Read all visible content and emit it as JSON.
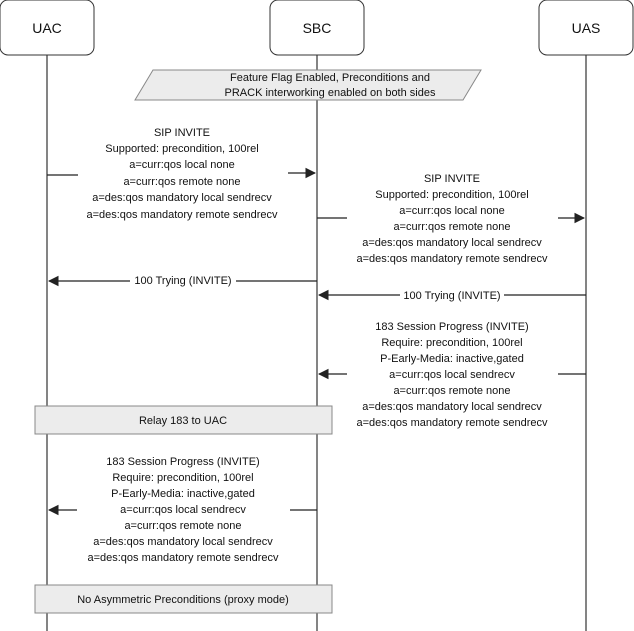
{
  "participants": [
    {
      "id": "uac",
      "label": "UAC"
    },
    {
      "id": "sbc",
      "label": "SBC"
    },
    {
      "id": "uas",
      "label": "UAS"
    }
  ],
  "notes": {
    "feature_flag": [
      "Feature Flag Enabled, Preconditions and",
      "PRACK interworking enabled on both sides"
    ],
    "relay": "Relay 183 to UAC",
    "proxy_mode": "No Asymmetric Preconditions (proxy mode)"
  },
  "messages": {
    "invite_uac_sbc": [
      "SIP INVITE",
      "Supported: precondition, 100rel",
      "a=curr:qos local none",
      "a=curr:qos remote none",
      "a=des:qos mandatory local sendrecv",
      "a=des:qos mandatory remote sendrecv"
    ],
    "invite_sbc_uas": [
      "SIP INVITE",
      "Supported: precondition, 100rel",
      "a=curr:qos local none",
      "a=curr:qos remote none",
      "a=des:qos mandatory local sendrecv",
      "a=des:qos mandatory remote sendrecv"
    ],
    "trying_sbc_uac": "100 Trying (INVITE)",
    "trying_uas_sbc": "100 Trying (INVITE)",
    "progress_uas_sbc": [
      "183 Session Progress (INVITE)",
      "Require: precondition, 100rel",
      "P-Early-Media: inactive,gated",
      "a=curr:qos local sendrecv",
      "a=curr:qos remote none",
      "a=des:qos mandatory local sendrecv",
      "a=des:qos mandatory remote sendrecv"
    ],
    "progress_sbc_uac": [
      "183 Session Progress (INVITE)",
      "Require: precondition, 100rel",
      "P-Early-Media: inactive,gated",
      "a=curr:qos local sendrecv",
      "a=curr:qos remote none",
      "a=des:qos mandatory local sendrecv",
      "a=des:qos mandatory remote sendrecv"
    ]
  }
}
